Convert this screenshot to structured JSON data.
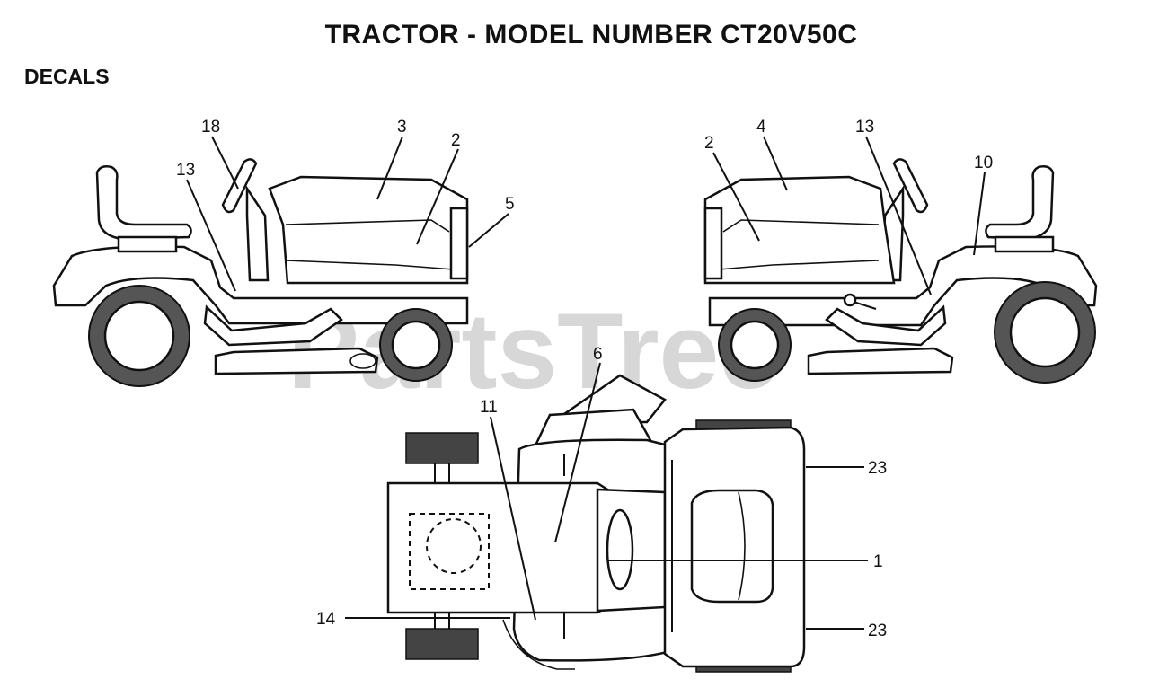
{
  "header": {
    "title": "TRACTOR - MODEL NUMBER CT20V50C",
    "section": "DECALS"
  },
  "watermark": "PartsTree",
  "callouts": {
    "left_view": [
      "18",
      "3",
      "2",
      "13",
      "5"
    ],
    "right_view": [
      "2",
      "4",
      "13",
      "10"
    ],
    "top_view": [
      "6",
      "11",
      "23",
      "1",
      "14",
      "23"
    ]
  }
}
